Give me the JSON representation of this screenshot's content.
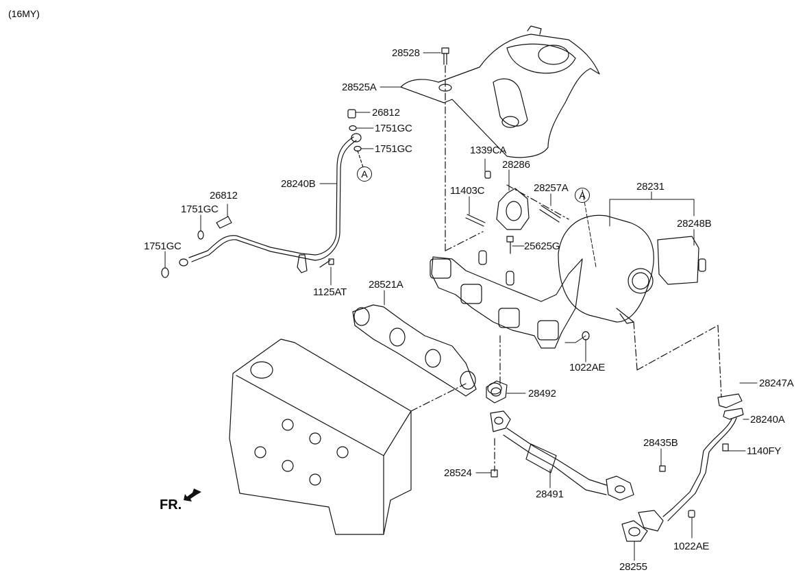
{
  "model_year": "(16MY)",
  "front_marker": "FR.",
  "reference_marker": "A",
  "parts": {
    "p28528": "28528",
    "p28525A": "28525A",
    "p26812_top": "26812",
    "p1751GC_a": "1751GC",
    "p1751GC_b": "1751GC",
    "p28240B": "28240B",
    "p26812_mid": "26812",
    "p1751GC_c": "1751GC",
    "p1751GC_d": "1751GC",
    "p1125AT": "1125AT",
    "p1339CA": "1339CA",
    "p28286": "28286",
    "p11403C": "11403C",
    "p28257A": "28257A",
    "p25625G": "25625G",
    "p28231": "28231",
    "p28248B": "28248B",
    "p28521A": "28521A",
    "p1022AE_a": "1022AE",
    "p28492": "28492",
    "p28247A": "28247A",
    "p28240A": "28240A",
    "p28435B": "28435B",
    "p1140FY": "1140FY",
    "p28524": "28524",
    "p28491": "28491",
    "p1022AE_b": "1022AE",
    "p28255": "28255"
  }
}
